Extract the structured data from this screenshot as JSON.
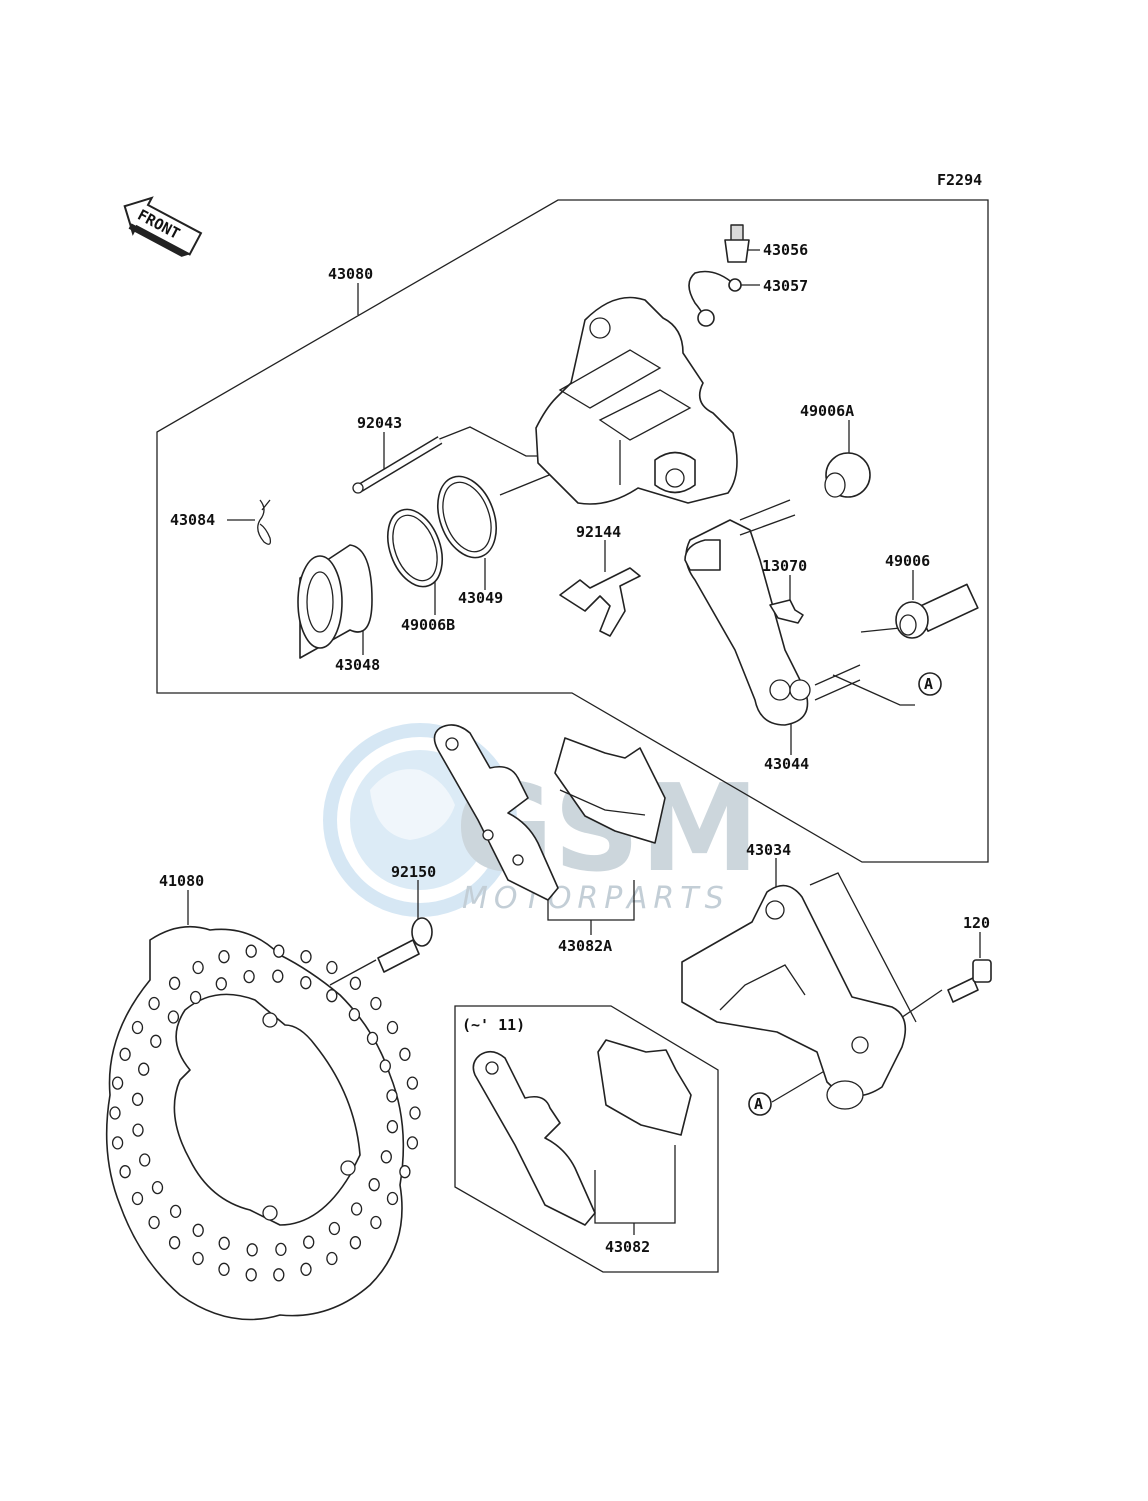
{
  "figure_code": "F2294",
  "front_marker": "FRONT",
  "watermark": {
    "big": "GSM",
    "small": "MOTORPARTS"
  },
  "note_years": "(~' 11)",
  "ref_marker": "A",
  "parts": {
    "p43080": "43080",
    "p43056": "43056",
    "p43057": "43057",
    "p92043": "92043",
    "p49006A": "49006A",
    "p43084": "43084",
    "p92144": "92144",
    "p13070": "13070",
    "p49006": "49006",
    "p43049": "43049",
    "p49006B": "49006B",
    "p43048": "43048",
    "p43044": "43044",
    "p43034": "43034",
    "p41080": "41080",
    "p92150": "92150",
    "p43082A": "43082A",
    "p120": "120",
    "p43082": "43082"
  }
}
